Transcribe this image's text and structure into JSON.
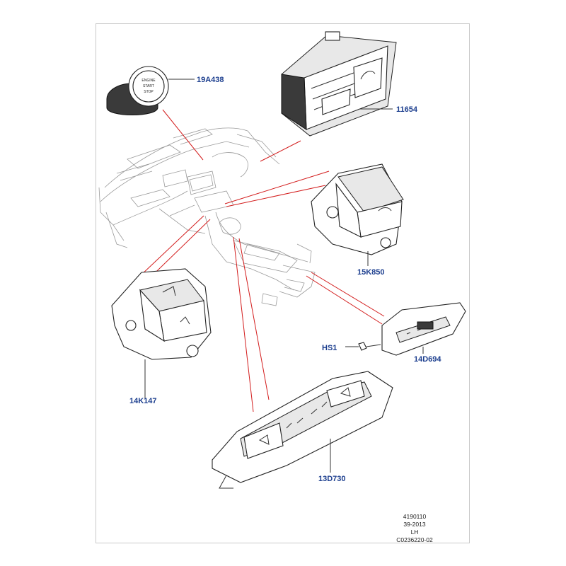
{
  "parts": {
    "start_button": "19A438",
    "upper_switch_pack": "11654",
    "right_switch": "15K850",
    "left_switch": "14K147",
    "heated_seat_switch": "14D694",
    "screw": "HS1",
    "center_switch_pack": "13D730"
  },
  "start_button_text": [
    "ENGINE",
    "START",
    "STOP"
  ],
  "footer": {
    "ref": "4190110",
    "date": "39-2013",
    "side": "LH",
    "code": "C0236220-02"
  },
  "colors": {
    "label": "#1d3f8f",
    "leader_red": "#d31c1c"
  }
}
